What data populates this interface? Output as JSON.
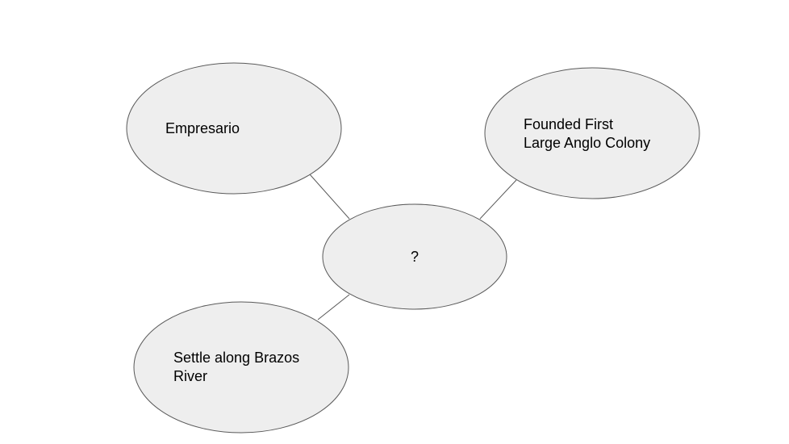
{
  "nodes": {
    "center": "?",
    "top_left": "Empresario",
    "top_right_line1": "Founded First",
    "top_right_line2": "Large Anglo Colony",
    "bottom_left_line1": "Settle along Brazos",
    "bottom_left_line2": "River"
  },
  "colors": {
    "fill": "#eeeeee",
    "stroke": "#595959"
  }
}
